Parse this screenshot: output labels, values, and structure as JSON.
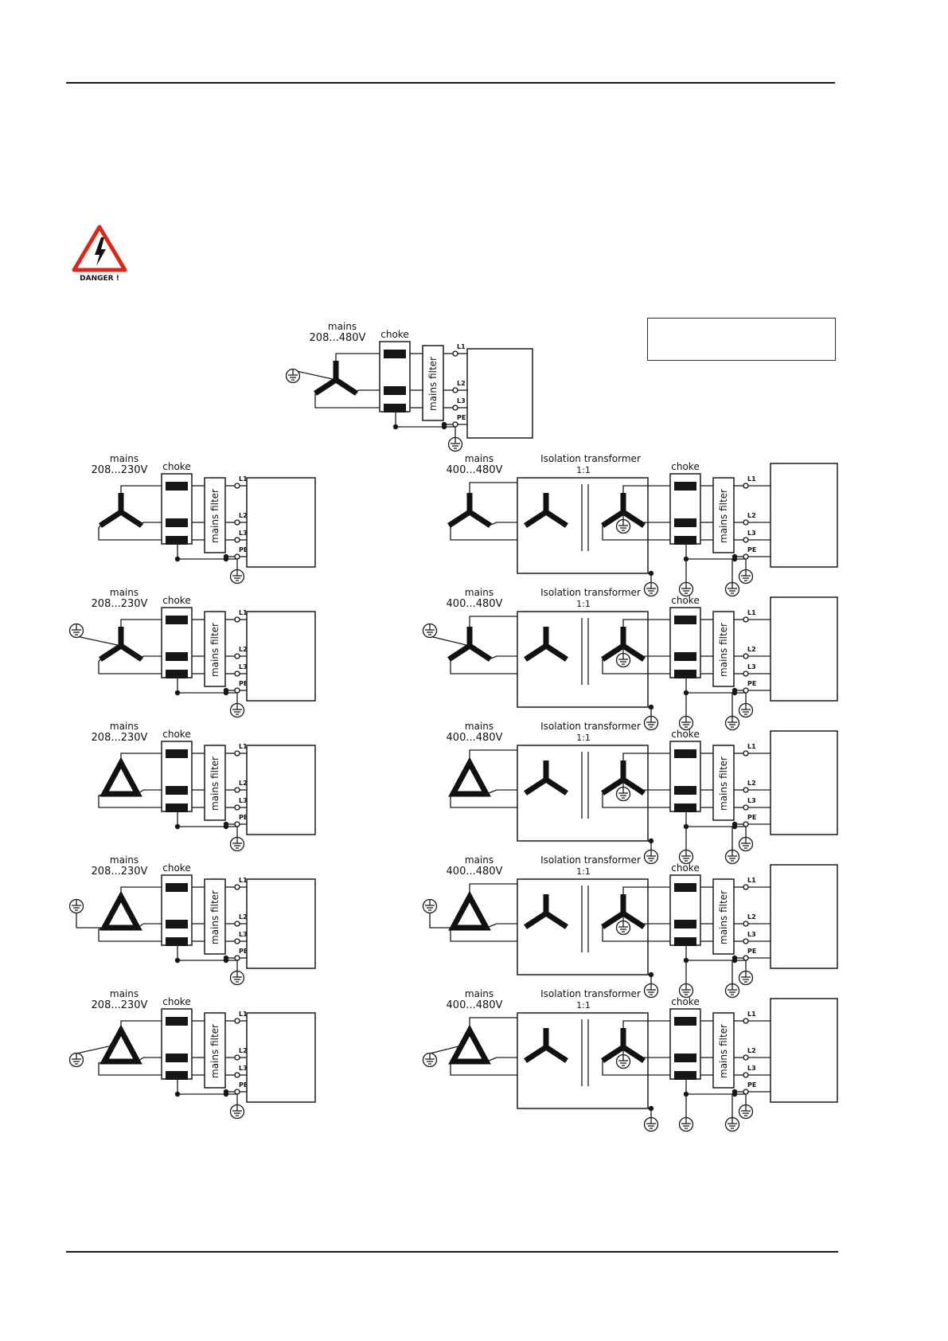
{
  "danger": {
    "label": "DANGER !"
  },
  "labels": {
    "mains": "mains",
    "choke": "choke",
    "mains_filter": "mains filter",
    "isolation_transformer": "Isolation transformer",
    "ratio": "1:1",
    "L1": "L1",
    "L2": "L2",
    "L3": "L3",
    "PE": "PE"
  },
  "top_diagram": {
    "voltage": "208...480V",
    "source": "star",
    "grounding": "neutral"
  },
  "left_column": [
    {
      "voltage": "208...230V",
      "source": "star",
      "grounding": "none"
    },
    {
      "voltage": "208...230V",
      "source": "star",
      "grounding": "neutral"
    },
    {
      "voltage": "208...230V",
      "source": "delta",
      "grounding": "none"
    },
    {
      "voltage": "208...230V",
      "source": "delta",
      "grounding": "phase"
    },
    {
      "voltage": "208...230V",
      "source": "delta",
      "grounding": "corner"
    }
  ],
  "right_column": [
    {
      "voltage": "400...480V",
      "source": "star",
      "grounding": "none"
    },
    {
      "voltage": "400...480V",
      "source": "star",
      "grounding": "neutral"
    },
    {
      "voltage": "400...480V",
      "source": "delta",
      "grounding": "none"
    },
    {
      "voltage": "400...480V",
      "source": "delta",
      "grounding": "phase"
    },
    {
      "voltage": "400...480V",
      "source": "delta",
      "grounding": "corner"
    }
  ]
}
